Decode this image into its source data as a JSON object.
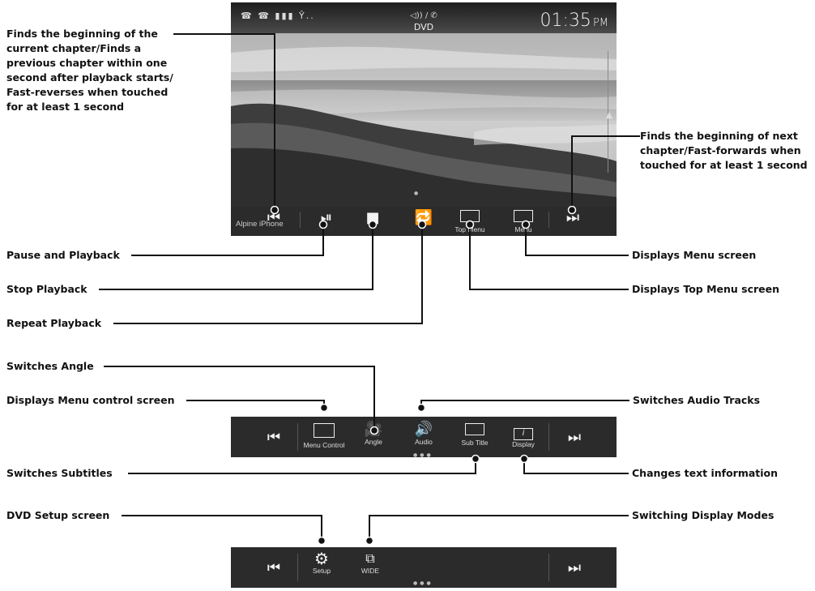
{
  "screen": {
    "source": "DVD",
    "source_icons": "◁)) / ✆",
    "status_icons": "☎ ☎ ▮▮▮ Ŷ..",
    "clock_time": "01:35",
    "clock_ampm": "PM",
    "device": "Alpine iPhone",
    "controls": {
      "top_menu": "Top Menu",
      "menu": "Menu"
    }
  },
  "bar2": {
    "menu_control": "Menu Control",
    "angle": "Angle",
    "audio": "Audio",
    "sub_title": "Sub Title",
    "display": "Display"
  },
  "bar3": {
    "setup": "Setup",
    "wide": "WIDE"
  },
  "callouts": {
    "prev_chapter": [
      "Finds the beginning of the",
      "current chapter/Finds a",
      "previous chapter within one",
      "second after playback starts/",
      "Fast-reverses when touched",
      "for at least 1 second"
    ],
    "next_chapter": [
      "Finds the beginning of next",
      "chapter/Fast-forwards when",
      "touched for at least 1 second"
    ],
    "pause_play": "Pause and Playback",
    "stop": "Stop Playback",
    "repeat": "Repeat Playback",
    "display_menu": "Displays Menu screen",
    "display_top_menu": "Displays Top Menu screen",
    "switch_angle": "Switches Angle",
    "menu_control": "Displays Menu control screen",
    "switch_audio": "Switches Audio Tracks",
    "switch_subtitles": "Switches Subtitles",
    "text_info": "Changes text information",
    "dvd_setup": "DVD Setup screen",
    "display_modes": "Switching Display Modes"
  }
}
